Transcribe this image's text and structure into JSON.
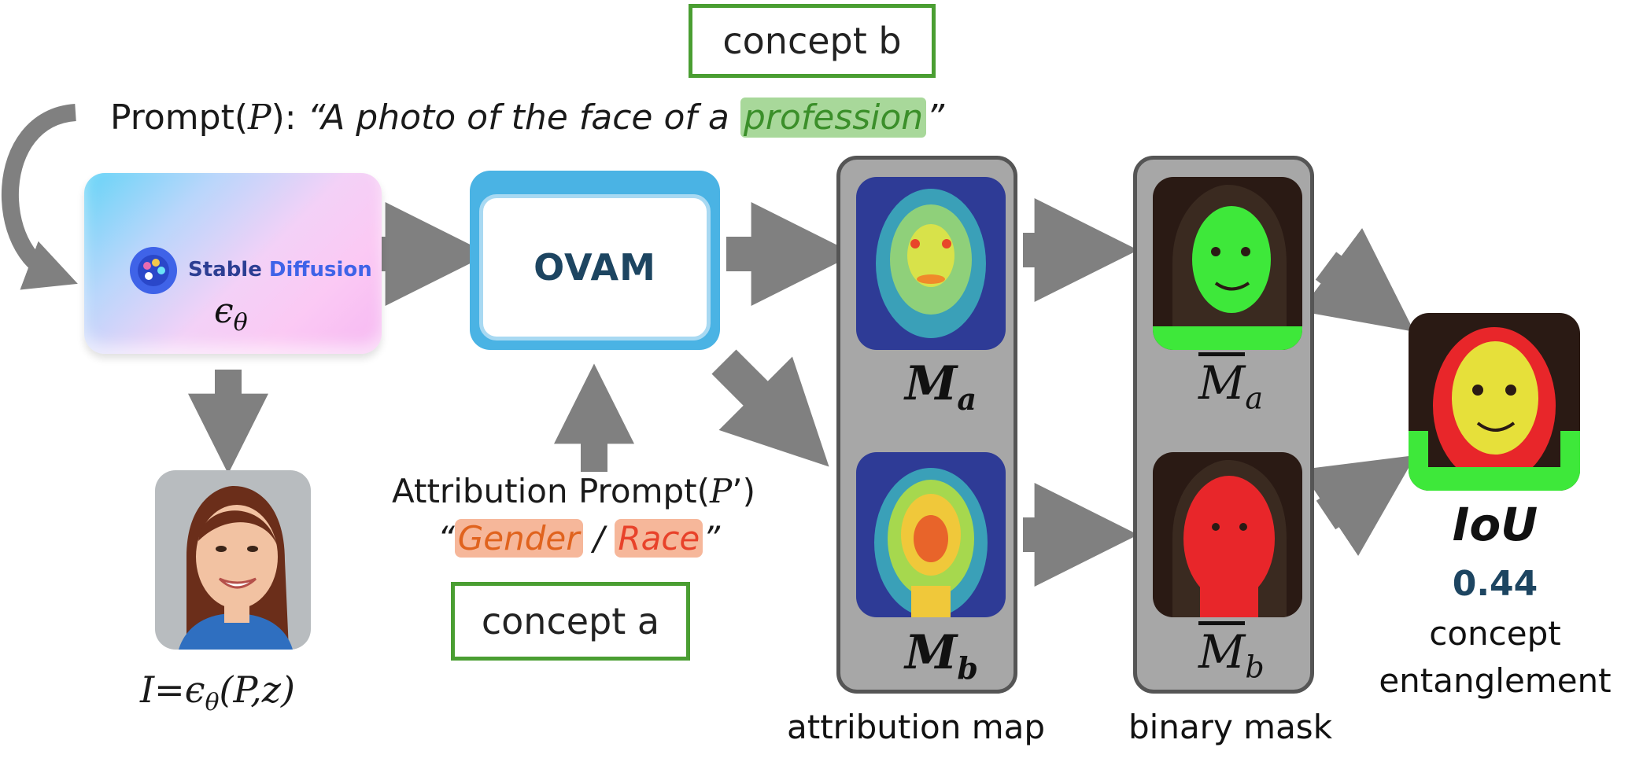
{
  "prompt": {
    "prefix": "Prompt(",
    "var": "P",
    "suffix": "): ",
    "quote_open": "“",
    "quote_text": "A photo of the face of a ",
    "highlight": "profession",
    "quote_close": "”"
  },
  "concept_b_label": "concept b",
  "concept_a_label": "concept a",
  "stable_diffusion": {
    "logo_text_1": "Stable",
    "logo_text_2": "Diffusion",
    "symbol": "ϵ",
    "subscript": "θ"
  },
  "ovam_label": "OVAM",
  "attribution_prompt": {
    "prefix": "Attribution Prompt(",
    "var": "P",
    "suffix": "’)",
    "quote_open": "“",
    "option_a": "Gender",
    "separator": " / ",
    "option_b": "Race",
    "quote_close": "”"
  },
  "image_equation": {
    "lhs": "I",
    "eq": "=",
    "symbol": "ϵ",
    "subscript": "θ",
    "args": "(P,z)"
  },
  "attribution_maps": {
    "a": {
      "base": "M",
      "sub": "a"
    },
    "b": {
      "base": "M",
      "sub": "b"
    },
    "caption": "attribution map"
  },
  "binary_masks": {
    "a": {
      "base": "M",
      "sub": "a"
    },
    "b": {
      "base": "M",
      "sub": "b"
    },
    "caption": "binary mask"
  },
  "iou": {
    "label": "IoU",
    "value": "0.44",
    "caption_line1": "concept",
    "caption_line2": "entanglement"
  },
  "colors": {
    "concept_border": "#4a9e32",
    "arrow": "#808080",
    "ovam_blue": "#4ab3e4",
    "value_blue": "#1d4561",
    "mask_green": "#3ee83a",
    "mask_red": "#e8262a",
    "overlap_yellow": "#e6e03a"
  },
  "icons": [
    "palette-logo-icon",
    "arrow-icon"
  ]
}
